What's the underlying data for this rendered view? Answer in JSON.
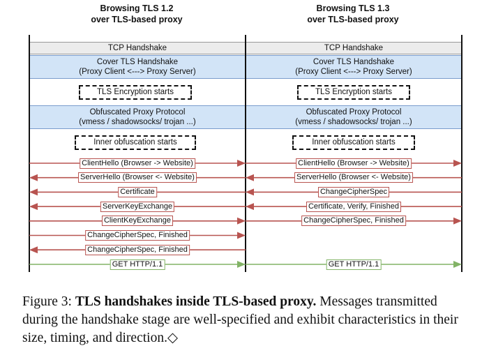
{
  "columns": [
    {
      "title_line1": "Browsing TLS 1.2",
      "title_line2": "over TLS-based proxy",
      "tcp_label": "TCP Handshake",
      "cover_line1": "Cover TLS Handshake",
      "cover_line2": "(Proxy Client <---> Proxy Server)",
      "tls_enc_label": "TLS Encryption starts",
      "obf_line1": "Obfuscated Proxy Protocol",
      "obf_line2": "(vmess / shadowsocks/ trojan ...)",
      "inner_label": "Inner obfuscation starts",
      "messages": [
        {
          "label": "ClientHello (Browser -> Website)",
          "direction": "right",
          "color": "red"
        },
        {
          "label": "ServerHello (Browser <- Website)",
          "direction": "left",
          "color": "red"
        },
        {
          "label": "Certificate",
          "direction": "left",
          "color": "red"
        },
        {
          "label": "ServerKeyExchange",
          "direction": "left",
          "color": "red"
        },
        {
          "label": "ClientKeyExchange",
          "direction": "right",
          "color": "red"
        },
        {
          "label": "ChangeCipherSpec, Finished",
          "direction": "right",
          "color": "red"
        },
        {
          "label": "ChangeCipherSpec, Finished",
          "direction": "left",
          "color": "red"
        }
      ],
      "get_label": "GET HTTP/1.1"
    },
    {
      "title_line1": "Browsing TLS 1.3",
      "title_line2": "over TLS-based proxy",
      "tcp_label": "TCP Handshake",
      "cover_line1": "Cover TLS Handshake",
      "cover_line2": "(Proxy Client <---> Proxy Server)",
      "tls_enc_label": "TLS Encryption starts",
      "obf_line1": "Obfuscated Proxy Protocol",
      "obf_line2": "(vmess / shadowsocks/ trojan ...)",
      "inner_label": "Inner obfuscation starts",
      "messages": [
        {
          "label": "ClientHello (Browser -> Website)",
          "direction": "right",
          "color": "red"
        },
        {
          "label": "ServerHello (Browser <- Website)",
          "direction": "left",
          "color": "red"
        },
        {
          "label": "ChangeCipherSpec",
          "direction": "left",
          "color": "red"
        },
        {
          "label": "Certificate, Verify, Finished",
          "direction": "left",
          "color": "red"
        },
        {
          "label": "ChangeCipherSpec, Finished",
          "direction": "right",
          "color": "red"
        }
      ],
      "get_label": "GET HTTP/1.1"
    }
  ],
  "colors": {
    "red_arrow": "#b85450",
    "green_arrow": "#82b366",
    "blue_band": "#d2e4f7",
    "gray_band": "#ececec"
  },
  "caption": {
    "prefix": "Figure 3:",
    "bold": "TLS handshakes inside TLS-based proxy.",
    "rest": "Messages transmitted during the handshake stage are well-specified and exhibit characteristics in their size, timing, and direction.",
    "symbol": "◇"
  }
}
